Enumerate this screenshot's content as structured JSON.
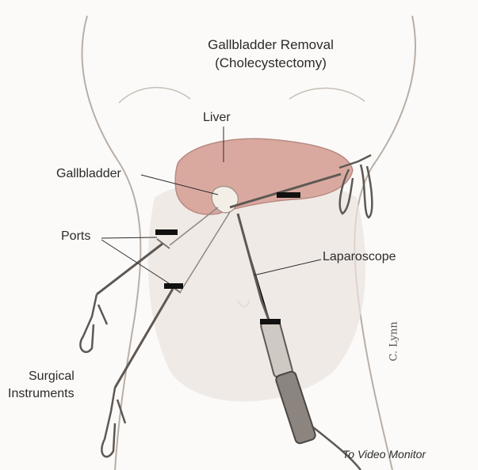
{
  "title_line1": "Gallbladder Removal",
  "title_line2": "(Cholecystectomy)",
  "labels": {
    "liver": "Liver",
    "gallbladder": "Gallbladder",
    "ports": "Ports",
    "laparoscope": "Laparoscope",
    "surgical_line1": "Surgical",
    "surgical_line2": "Instruments",
    "video_monitor": "To Video Monitor"
  },
  "signature": "C. Lynn",
  "colors": {
    "liver_fill": "#d9a9a0",
    "outline": "#9b8f88",
    "instrument": "#5e5854",
    "redaction": "#111111"
  }
}
